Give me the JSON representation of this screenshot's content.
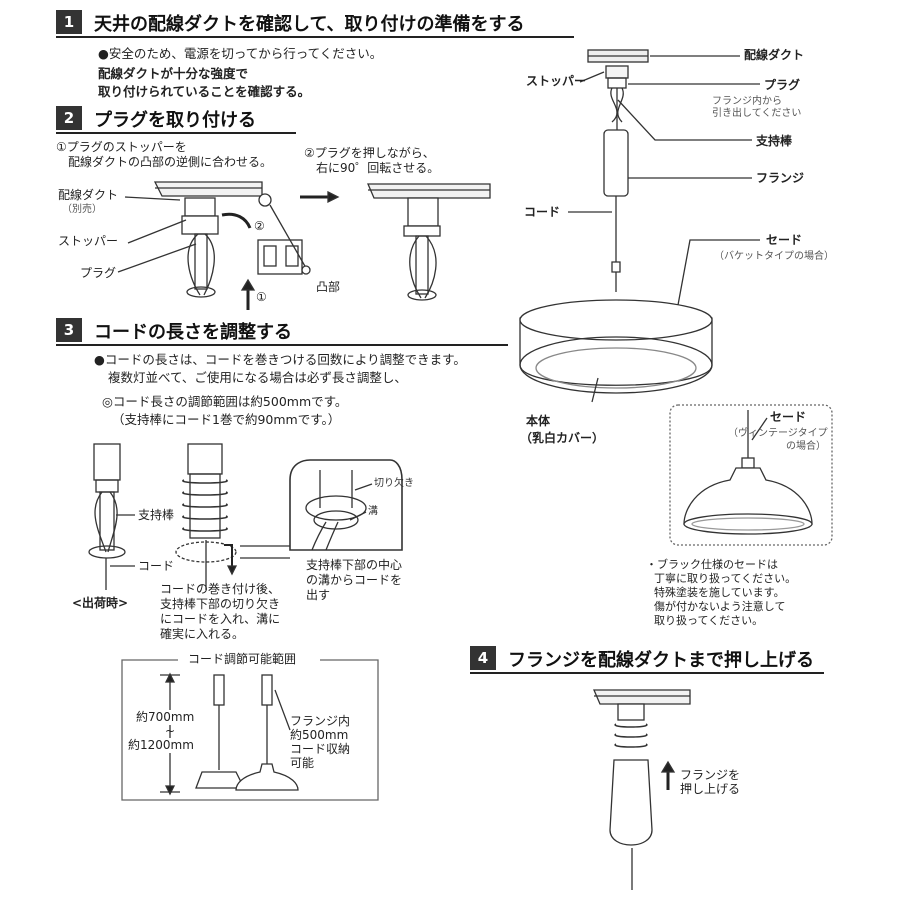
{
  "step1": {
    "num": "1",
    "title": "天井の配線ダクトを確認して、取り付けの準備をする",
    "note1": "●安全のため、電源を切ってから行ってください。",
    "note2": "配線ダクトが十分な強度で",
    "note3": "取り付けられていることを確認する。"
  },
  "step2": {
    "num": "2",
    "title": "プラグを取り付ける",
    "sub1_line1": "①プラグのストッパーを",
    "sub1_line2": "配線ダクトの凸部の逆側に合わせる。",
    "sub2_line1": "②プラグを押しながら、",
    "sub2_line2": "右に90゜回転させる。",
    "label_duct": "配線ダクト",
    "label_duct_sub": "（別売）",
    "label_stopper": "ストッパー",
    "label_plug": "プラグ",
    "label_convex": "凸部",
    "mark1": "①",
    "mark2": "②"
  },
  "step3": {
    "num": "3",
    "title": "コードの長さを調整する",
    "note1": "●コードの長さは、コードを巻きつける回数により調整できます。",
    "note2": "複数灯並べて、ご使用になる場合は必ず長さ調整し、",
    "note3": "◎コード長さの調節範囲は約500mmです。",
    "note4": "（支持棒にコード1巻で約90mmです。）",
    "label_rod": "支持棒",
    "label_cord": "コード",
    "label_shipping": "<出荷時>",
    "label_cutout": "切り欠き",
    "label_groove": "溝",
    "inset1": "支持棒下部の中心",
    "inset2": "の溝からコードを",
    "inset3": "出す",
    "after1": "コードの巻き付け後、",
    "after2": "支持棒下部の切り欠き",
    "after3": "にコードを入れ、溝に",
    "after4": "確実に入れる。",
    "range_title": "コード調節可能範囲",
    "range_min": "約700mm",
    "range_tilde": "~",
    "range_max": "約1200mm",
    "flange1": "フランジ内",
    "flange2": "約500mm",
    "flange3": "コード収納",
    "flange4": "可能"
  },
  "parts": {
    "duct": "配線ダクト",
    "stopper": "ストッパー",
    "plug": "プラグ",
    "plug_note1": "フランジ内から",
    "plug_note2": "引き出してください",
    "rod": "支持棒",
    "flange": "フランジ",
    "cord": "コード",
    "shade": "セード",
    "shade_note": "（バケットタイプの場合）",
    "body1": "本体",
    "body2": "（乳白カバー）",
    "shade2": "セード",
    "shade2_note1": "（ヴィンテージタイプ",
    "shade2_note2": "の場合）",
    "black1": "・ブラック仕様のセードは",
    "black2": "丁寧に取り扱ってください。",
    "black3": "特殊塗装を施しています。",
    "black4": "傷が付かないよう注意して",
    "black5": "取り扱ってください。"
  },
  "step4": {
    "num": "4",
    "title": "フランジを配線ダクトまで押し上げる",
    "push1": "フランジを",
    "push2": "押し上げる"
  }
}
